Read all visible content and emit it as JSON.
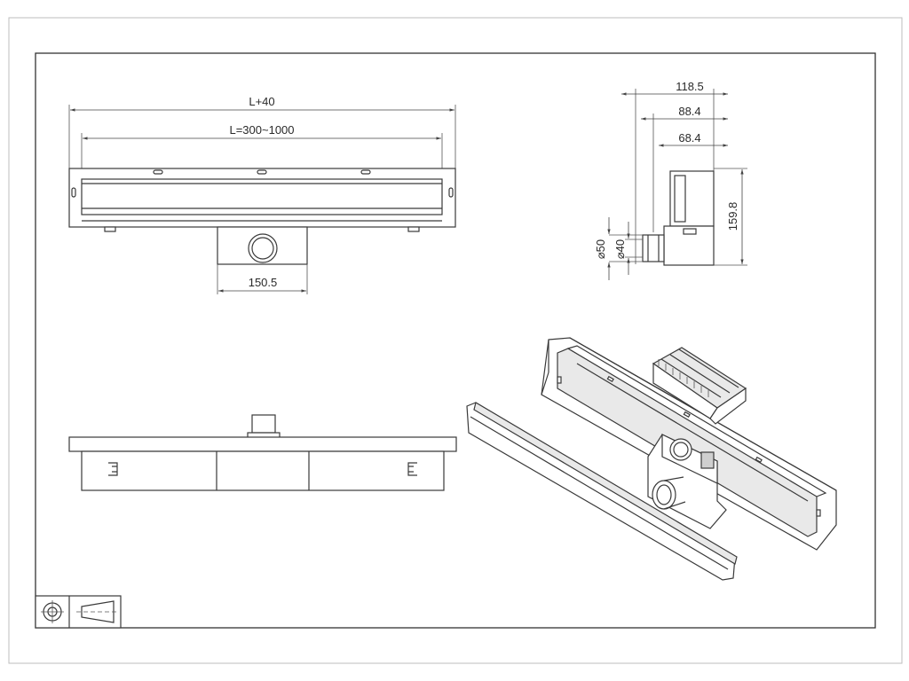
{
  "front_view": {
    "total_length_label": "L+40",
    "length_range_label": "L=300~1000",
    "outlet_width_label": "150.5"
  },
  "side_view": {
    "depth_outer_label": "118.5",
    "depth_mid_label": "88.4",
    "depth_inner_label": "68.4",
    "height_label": "159.8",
    "outer_diameter_label": "⌀50",
    "inner_diameter_label": "⌀40"
  },
  "colors": {
    "line": "#3a3a3a",
    "background": "#ffffff"
  }
}
